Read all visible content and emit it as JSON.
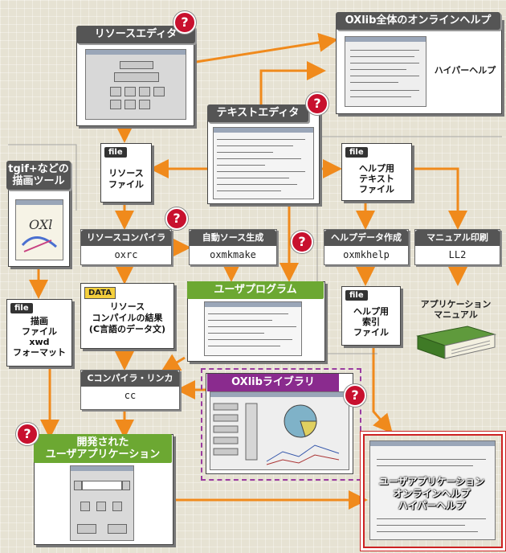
{
  "nodes": {
    "resource_editor": {
      "title": "リソースエディタ"
    },
    "oxlib_help": {
      "title": "OXlib全体のオンラインヘルプ",
      "caption": "ハイパーヘルプ"
    },
    "text_editor": {
      "title": "テキストエディタ"
    },
    "tgif": {
      "title_line1": "tgif+などの",
      "title_line2": "描画ツール"
    },
    "resource_file": {
      "tag": "file",
      "line1": "リソース",
      "line2": "ファイル"
    },
    "help_text_file": {
      "tag": "file",
      "line1": "ヘルプ用",
      "line2": "テキスト",
      "line3": "ファイル"
    },
    "resource_compiler": {
      "label": "リソースコンパイラ",
      "command": "oxrc"
    },
    "auto_source": {
      "label": "自動ソース生成",
      "command": "oxmkmake"
    },
    "help_data": {
      "label": "ヘルプデータ作成",
      "command": "oxmkhelp"
    },
    "manual_print": {
      "label": "マニュアル印刷",
      "command": "LL2"
    },
    "user_program": {
      "title": "ユーザプログラム"
    },
    "compile_result": {
      "tag": "DATA",
      "line1": "リソース",
      "line2": "コンパイルの結果",
      "line3": "(C言語のデータ文)"
    },
    "draw_file": {
      "tag": "file",
      "line1": "描画",
      "line2": "ファイル",
      "line3": "xwd",
      "line4": "フォーマット"
    },
    "help_index": {
      "tag": "file",
      "line1": "ヘルプ用",
      "line2": "索引",
      "line3": "ファイル"
    },
    "app_manual": {
      "line1": "アプリケーション",
      "line2": "マニュアル"
    },
    "c_compiler": {
      "label": "Cコンパイラ・リンカ",
      "command": "cc"
    },
    "oxlib_library": {
      "title": "OXlibライブラリ"
    },
    "developed_app": {
      "title_line1": "開発された",
      "title_line2": "ユーザアプリケーション"
    },
    "user_app_help": {
      "line1": "ユーザアプリケーション",
      "line2": "オンラインヘルプ",
      "line3": "ハイパーヘルプ"
    }
  },
  "help_marker": "?",
  "colors": {
    "arrow": "#f08a1c",
    "dark_tab": "#555555",
    "green_tab": "#6ca832",
    "purple_tab": "#8a2b8e",
    "red_frame": "#cc2222",
    "question": "#c8102e"
  }
}
